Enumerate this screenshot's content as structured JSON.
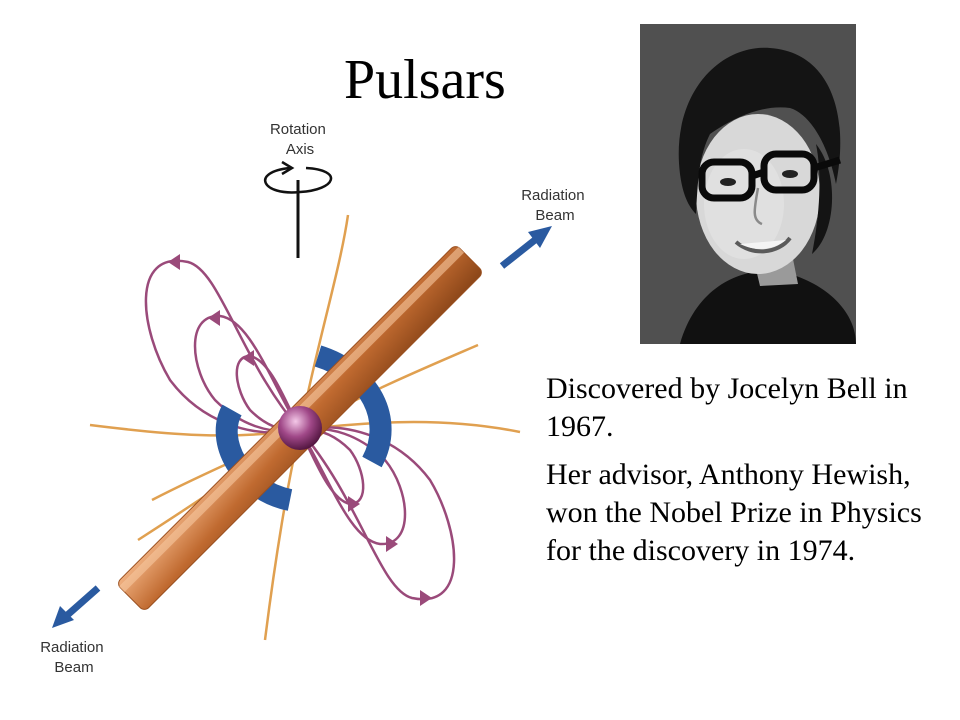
{
  "slide": {
    "title": "Pulsars",
    "paragraphs": [
      "Discovered by Jocelyn Bell in 1967.",
      "Her advisor, Anthony Hewish, won the Nobel Prize in Physics for the discovery in 1974."
    ]
  },
  "diagram": {
    "rotation_axis_label": [
      "Rotation",
      "Axis"
    ],
    "radiation_beam_top_label": [
      "Radiation",
      "Beam"
    ],
    "radiation_beam_bottom_label": [
      "Radiation",
      "Beam"
    ]
  },
  "colors": {
    "beam": "#c8783a",
    "field_lines": "#9a4a7a",
    "open_field": "#e0a050",
    "torus": "#2a5aa0",
    "arrow": "#2a5aa0"
  }
}
